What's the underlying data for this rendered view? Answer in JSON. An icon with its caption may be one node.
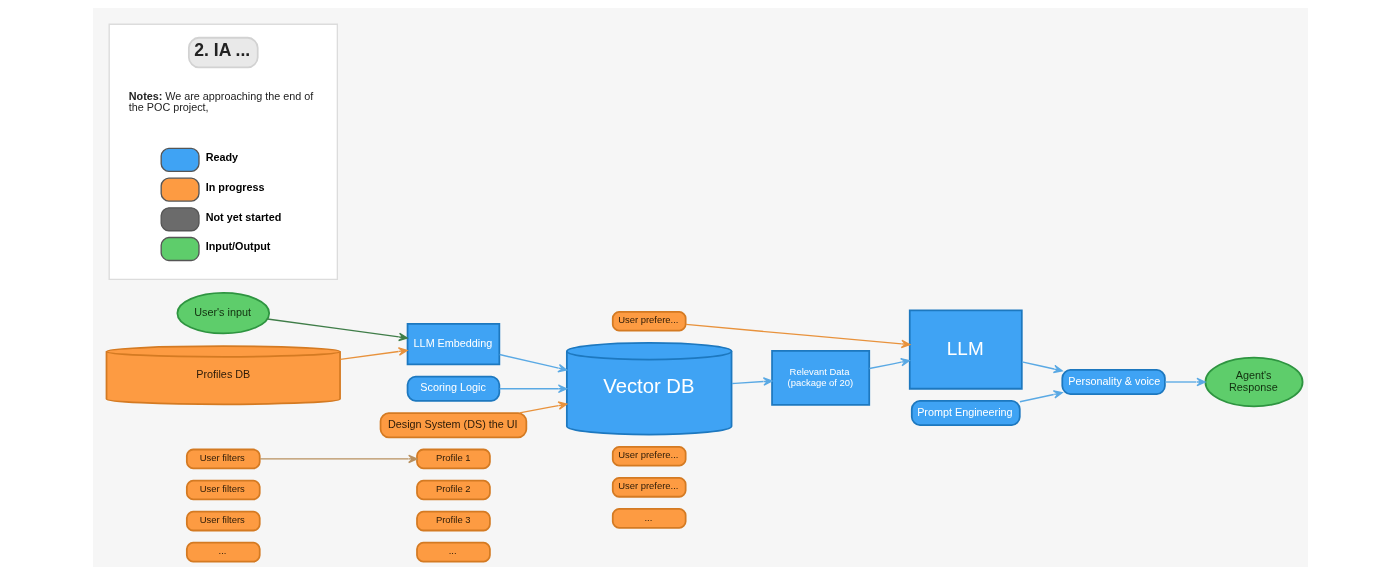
{
  "diagram": {
    "nodes": [
      {
        "text": [],
        "shape": "box"
      },
      {
        "text": [
          "2. IA ..."
        ],
        "in": 0
      },
      {
        "text": [
          "User's input"
        ]
      },
      {
        "text": [
          "LLM Embedding"
        ]
      },
      {
        "text": [
          "Scoring Logic"
        ]
      },
      {
        "text": [
          "Prompt Engineering"
        ]
      },
      {
        "text": [
          "Vector DB"
        ]
      },
      {
        "text": [
          "Relevant Data (package of 20)"
        ]
      },
      {
        "text": [
          "LLM"
        ]
      },
      {
        "text": [
          "Personality & voice"
        ]
      },
      {
        "text": [
          "Agent's Response"
        ]
      },
      {
        "text": [
          "Profiles DB"
        ]
      },
      {
        "text": [
          "Design System (DS) the UI"
        ]
      },
      {
        "text": [
          "User filters"
        ]
      },
      {
        "text": [
          "Profile 1"
        ]
      },
      {
        "text": [
          "User prefere..."
        ]
      },
      {
        "text": [
          "User filters"
        ]
      },
      {
        "text": [
          "Profile 2"
        ]
      },
      {
        "text": [
          "User prefere..."
        ]
      },
      {
        "text": [
          "User filters"
        ]
      },
      {
        "text": [
          "Profile 3"
        ]
      },
      {
        "text": [
          "User prefere..."
        ]
      },
      {
        "text": [
          "..."
        ]
      },
      {
        "text": [
          "..."
        ]
      },
      {
        "text": [
          "..."
        ]
      }
    ],
    "edges": [
      {
        "from": 11,
        "to": 3,
        "arrow": "to",
        "color": "#e8923c"
      },
      {
        "from": 2,
        "to": 3,
        "arrow": "to",
        "color": "#3f7d48"
      },
      {
        "from": 12,
        "to": 6,
        "arrow": "to",
        "color": "#e8923c"
      },
      {
        "from": 4,
        "to": 6,
        "arrow": "to"
      },
      {
        "from": 3,
        "to": 6,
        "arrow": "to"
      },
      {
        "from": 6,
        "to": 7,
        "arrow": "to"
      },
      {
        "from": 7,
        "to": 8,
        "arrow": "to"
      },
      {
        "from": 15,
        "to": 8,
        "arrow": "to",
        "color": "#e8923c"
      },
      {
        "from": 5,
        "to": 9,
        "arrow": "to"
      },
      {
        "from": 8,
        "to": 9,
        "arrow": "to"
      },
      {
        "from": 9,
        "to": 10,
        "arrow": "to"
      },
      {
        "from": 13,
        "to": 14,
        "arrow": "to",
        "color": "#b8905f"
      }
    ],
    "labels": [
      "**Notes:** We are approaching the end of the POC project,"
    ],
    "legend": [
      {
        "text": "Ready",
        "color": "#3fa3f4"
      },
      {
        "text": "In progress",
        "color": "#fd9b42"
      },
      {
        "text": "Not yet started",
        "color": "#6b6b6b"
      },
      {
        "text": "Input/Output",
        "color": "#5ecd6b"
      }
    ]
  }
}
